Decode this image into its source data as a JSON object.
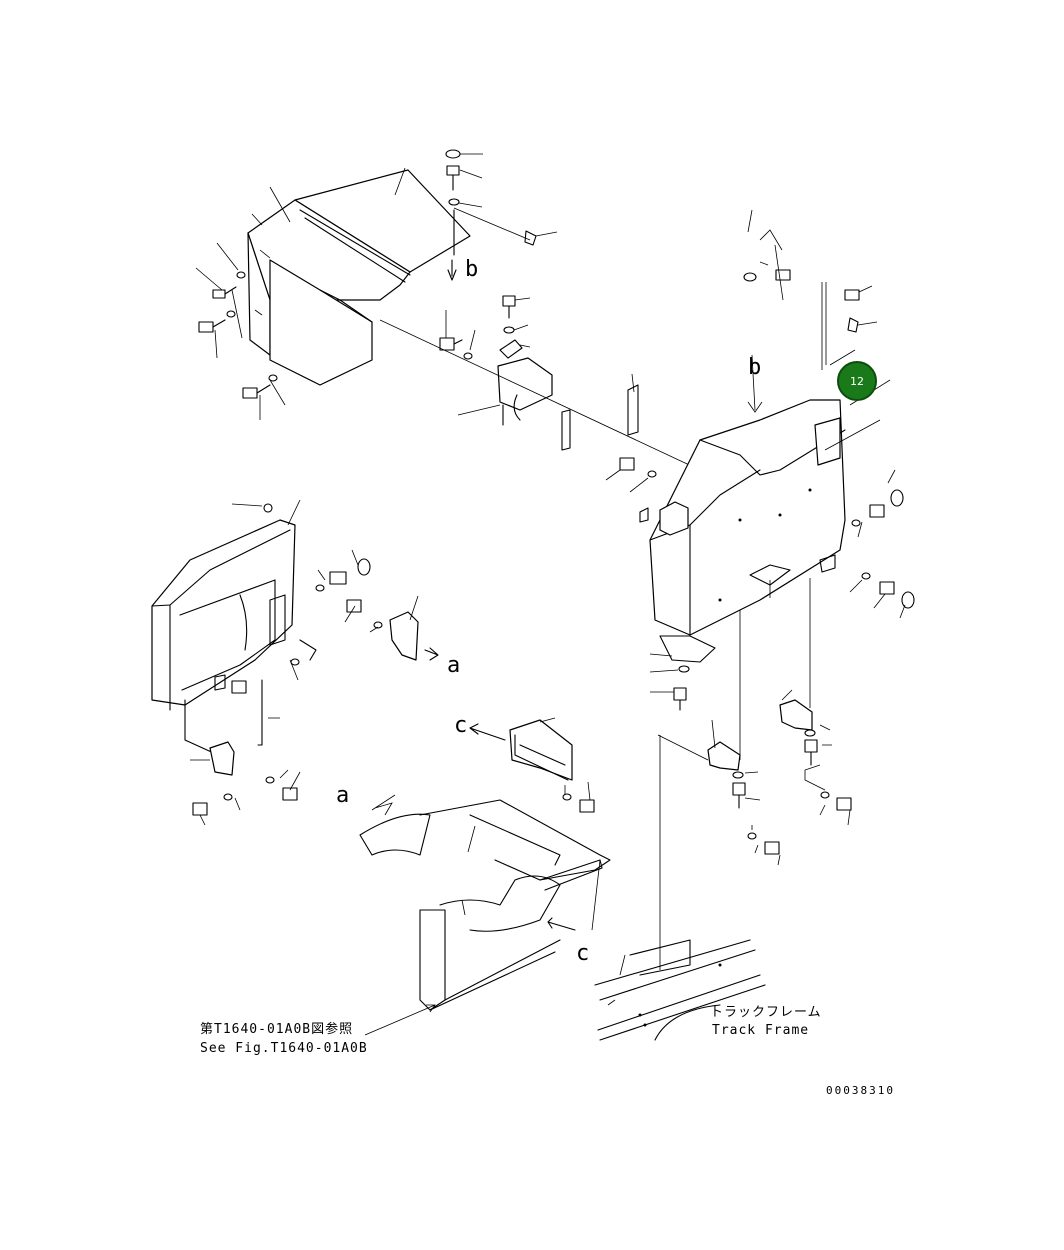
{
  "callout": {
    "number": "12",
    "color": "#1a7a1a"
  },
  "view_labels": {
    "a": "a",
    "b": "b",
    "c": "c"
  },
  "reference_note": {
    "line1": "第T1640-01A0B図参照",
    "line2": "See Fig.T1640-01A0B"
  },
  "track_frame": {
    "japanese": "トラックフレーム",
    "english": "Track Frame"
  },
  "figure_number": "00038310"
}
